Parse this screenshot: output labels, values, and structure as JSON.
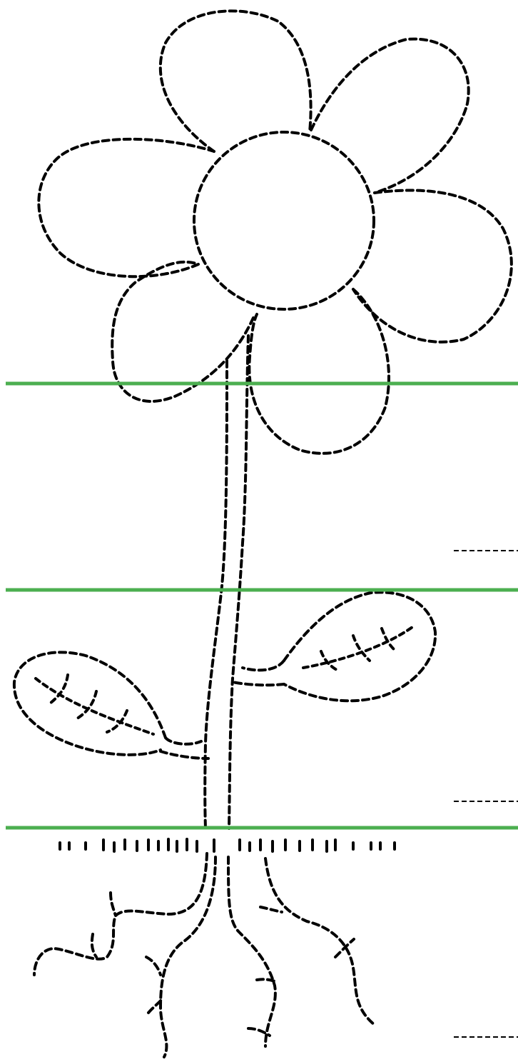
{
  "worksheet": {
    "title": "",
    "divider_color": "#4caf50",
    "line_color": "#000000",
    "sections": [
      {
        "name": "flower",
        "answer": ""
      },
      {
        "name": "stem-and-leaves",
        "answer": ""
      },
      {
        "name": "roots",
        "answer": ""
      }
    ]
  }
}
